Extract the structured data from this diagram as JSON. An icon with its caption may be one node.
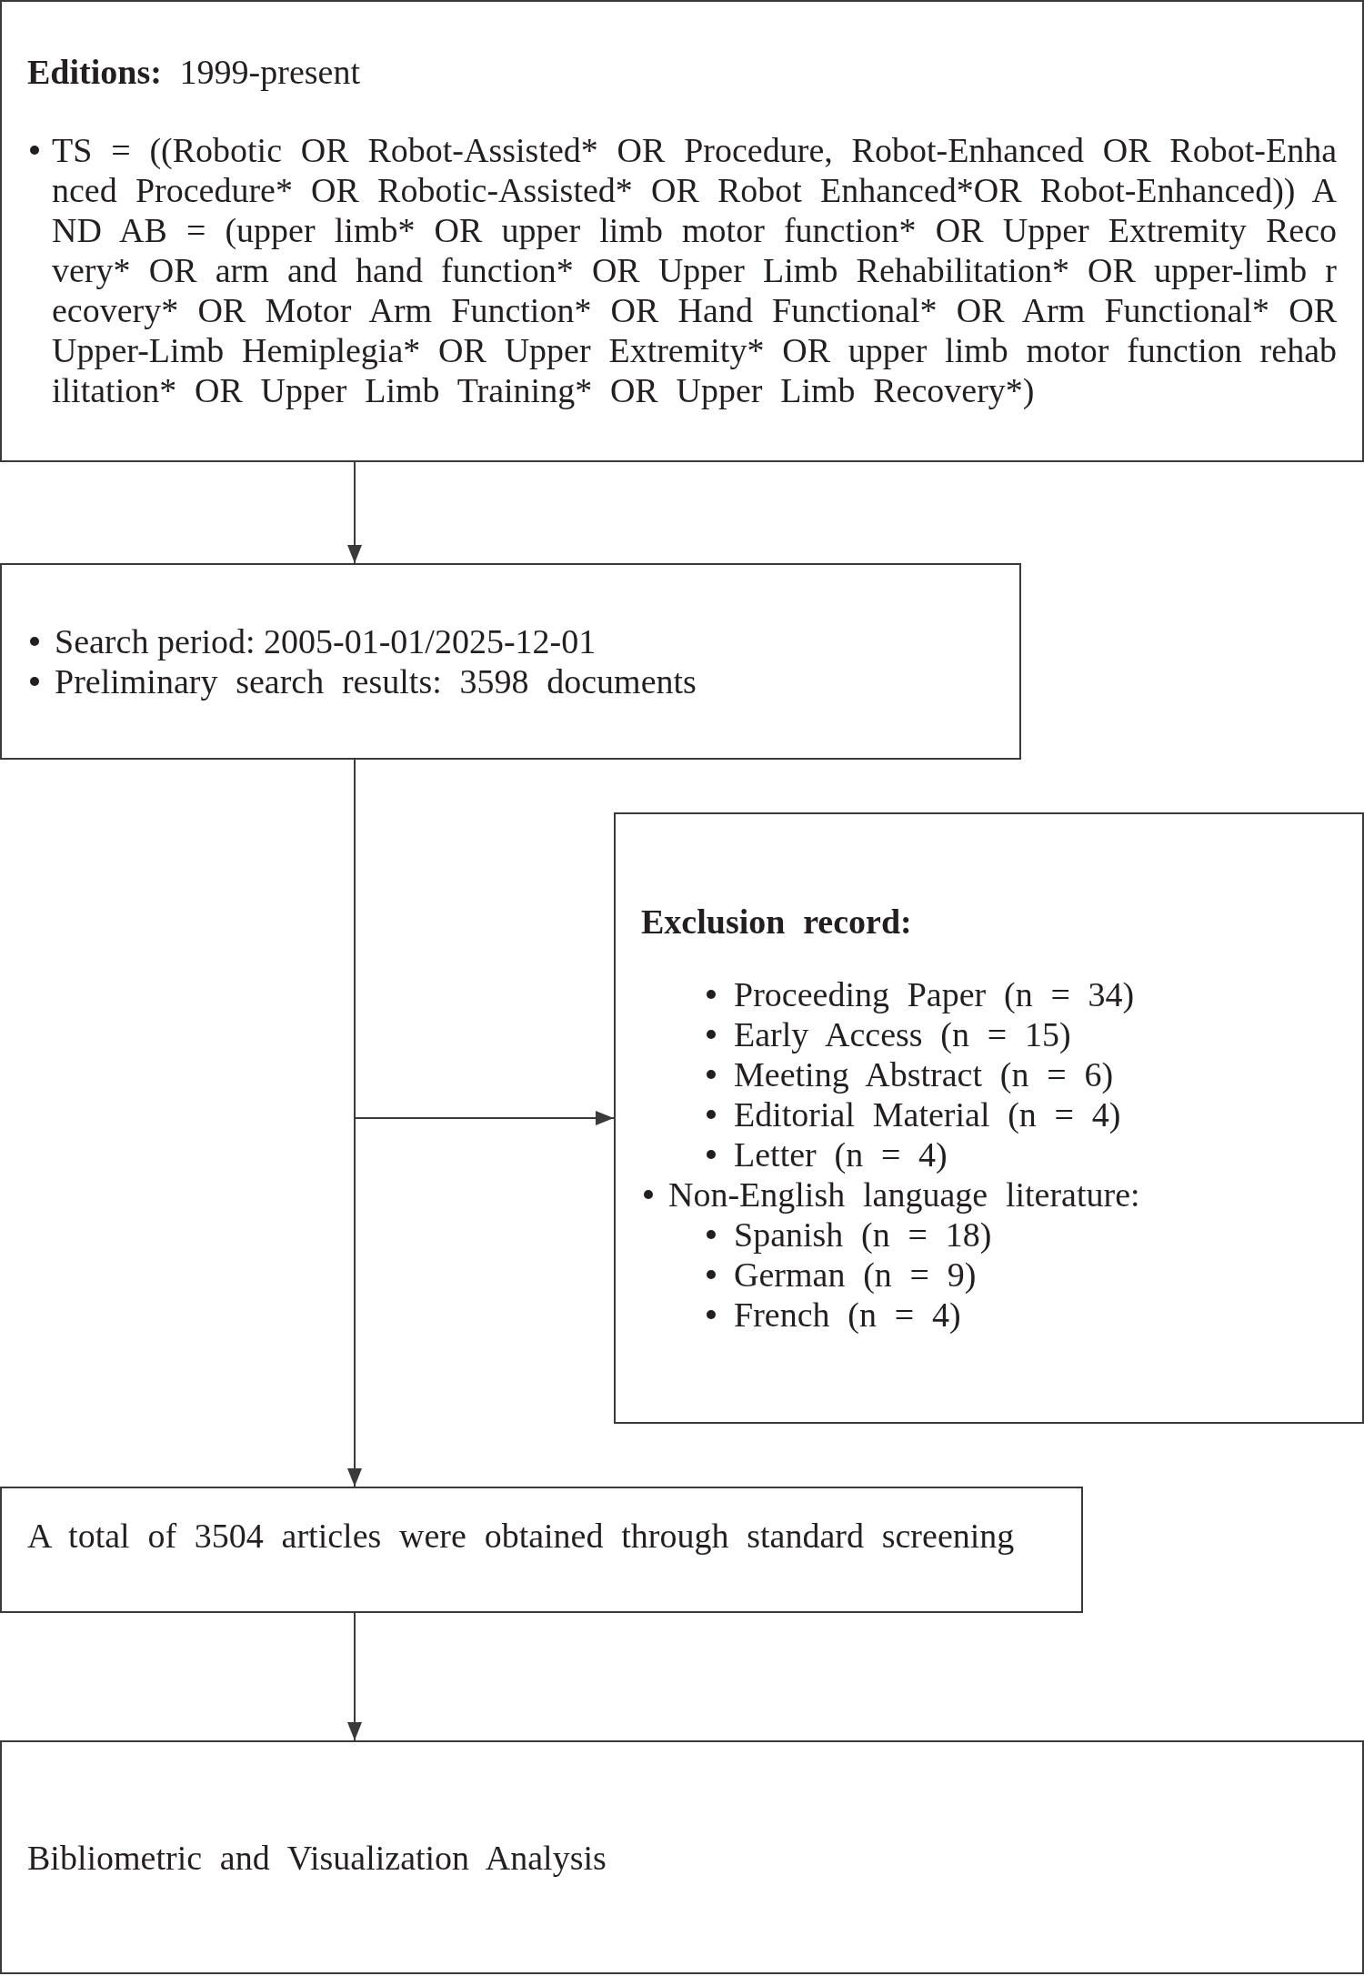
{
  "diagram": {
    "nodes": [
      {
        "text": [
          "**Editions:** 1999-present",
          "TS = ((Robotic OR Robot-Assisted* OR Procedure, Robot-Enhanced OR Robot-Enhanced Procedure* OR Robotic-Assisted* OR Robot Enhanced*OR Robot-Enhanced)) AND AB = (upper limb* OR upper limb motor function* OR Upper Extremity Recovery* OR arm and hand function* OR Upper Limb Rehabilitation* OR upper-limb recovery* OR Motor Arm Function* OR Hand Functional* OR Arm Functional* OR Upper-Limb Hemiplegia* OR Upper Extremity* OR upper limb motor function rehabilitation* OR Upper Limb Training* OR Upper Limb Recovery*)"
        ]
      },
      {
        "text": [
          "Search period: 2005-01-01/2025-12-01",
          "Preliminary search results: 3598 documents"
        ]
      },
      {
        "text": [
          "Exclusion record:",
          "Proceeding Paper (n = 34)",
          "Early Access (n = 15)",
          "Meeting Abstract (n = 6)",
          "Editorial Material (n = 4)",
          "Letter (n = 4)",
          "Non-English language literature:",
          "Spanish (n = 18)",
          "German (n = 9)",
          "French (n = 4)"
        ]
      },
      {
        "text": [
          "A total of 3504 articles were obtained through standard screening"
        ]
      },
      {
        "text": [
          "Bibliometric and Visualization Analysis"
        ]
      }
    ],
    "edges": [
      {
        "from": 0,
        "to": 1,
        "arrow": "to"
      },
      {
        "from": 1,
        "to": 2,
        "arrow": "to"
      },
      {
        "from": 1,
        "to": 3,
        "arrow": "to"
      },
      {
        "from": 3,
        "to": 4,
        "arrow": "to"
      }
    ]
  }
}
